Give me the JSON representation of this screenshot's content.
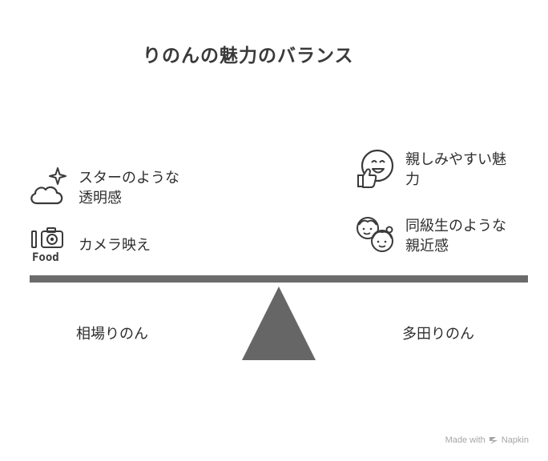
{
  "title": "りのんの魅力のバランス",
  "left": {
    "name": "相場りのん",
    "items": [
      {
        "icon": "sparkle-cloud-icon",
        "label_line1": "スターのような",
        "label_line2": "透明感"
      },
      {
        "icon": "food-camera-icon",
        "icon_text": "Food",
        "label_line1": "カメラ映え"
      }
    ]
  },
  "right": {
    "name": "多田りのん",
    "items": [
      {
        "icon": "smiley-thumbs-up-icon",
        "label_line1": "親しみやすい魅",
        "label_line2": "力"
      },
      {
        "icon": "friends-faces-icon",
        "label_line1": "同級生のような",
        "label_line2": "親近感"
      }
    ]
  },
  "footer": {
    "made_with": "Made with",
    "brand": "Napkin"
  },
  "colors": {
    "beam": "#6b6b6b",
    "fulcrum": "#666666",
    "text": "#2e2e2e",
    "footer": "#a6a6a6"
  }
}
